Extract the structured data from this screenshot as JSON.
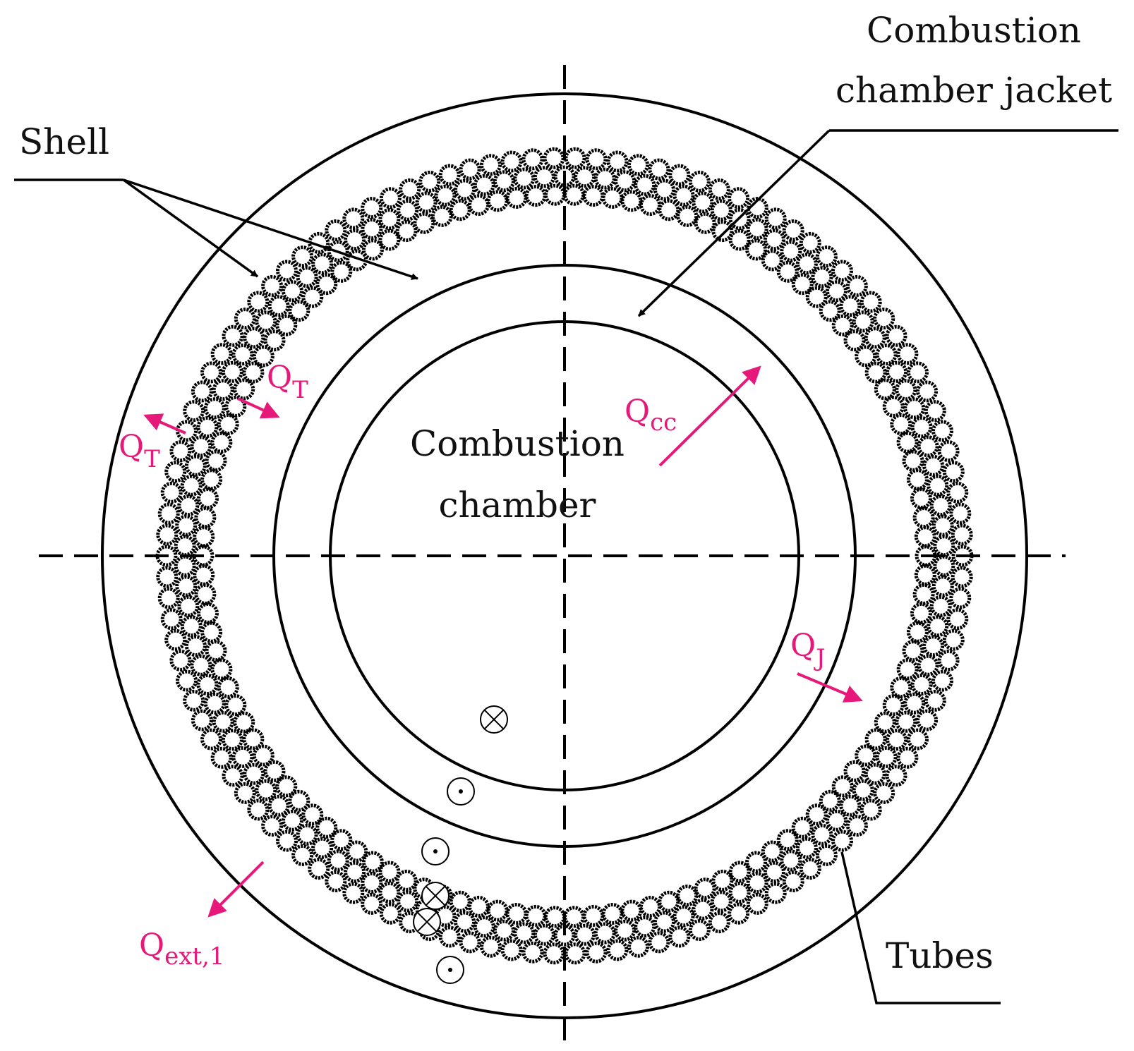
{
  "labels": {
    "shell": "Shell",
    "jacket_line1": "Combustion",
    "jacket_line2": "chamber jacket",
    "chamber_line1": "Combustion",
    "chamber_line2": "chamber",
    "tubes": "Tubes"
  },
  "heat_flows": {
    "q_base": "Q",
    "qt_upper_sub": "T",
    "qt_lower_sub": "T",
    "qcc_sub": "cc",
    "qj_sub": "J",
    "qext_sub": "ext,1"
  },
  "symbols": [
    {
      "type": "cross-icon"
    },
    {
      "type": "dot-icon"
    },
    {
      "type": "dot-icon"
    },
    {
      "type": "cross-icon"
    },
    {
      "type": "cross-icon"
    },
    {
      "type": "dot-icon"
    }
  ],
  "colors": {
    "line": "#000000",
    "flux": "#e6197a"
  }
}
